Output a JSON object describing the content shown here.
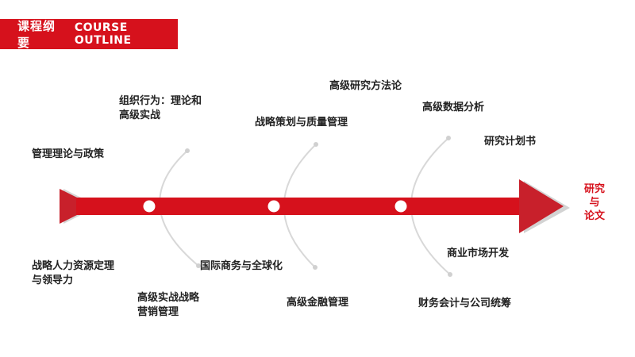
{
  "header": {
    "title_cn": "课程纲要",
    "title_en": "COURSE OUTLINE",
    "accent_color": "#d6111c"
  },
  "courses_top": [
    "管理理论与政策",
    "组织行为：理论和\n高级实战",
    "战略策划与质量管理",
    "高级研究方法论",
    "高级数据分析",
    "研究计划书"
  ],
  "courses_bottom": [
    "战略人力资源定理\n与领导力",
    "高级实战战略\n营销管理",
    "国际商务与全球化",
    "高级金融管理",
    "商业市场开发",
    "财务会计与公司统筹"
  ],
  "endpoint": "研究\n与\n论文"
}
